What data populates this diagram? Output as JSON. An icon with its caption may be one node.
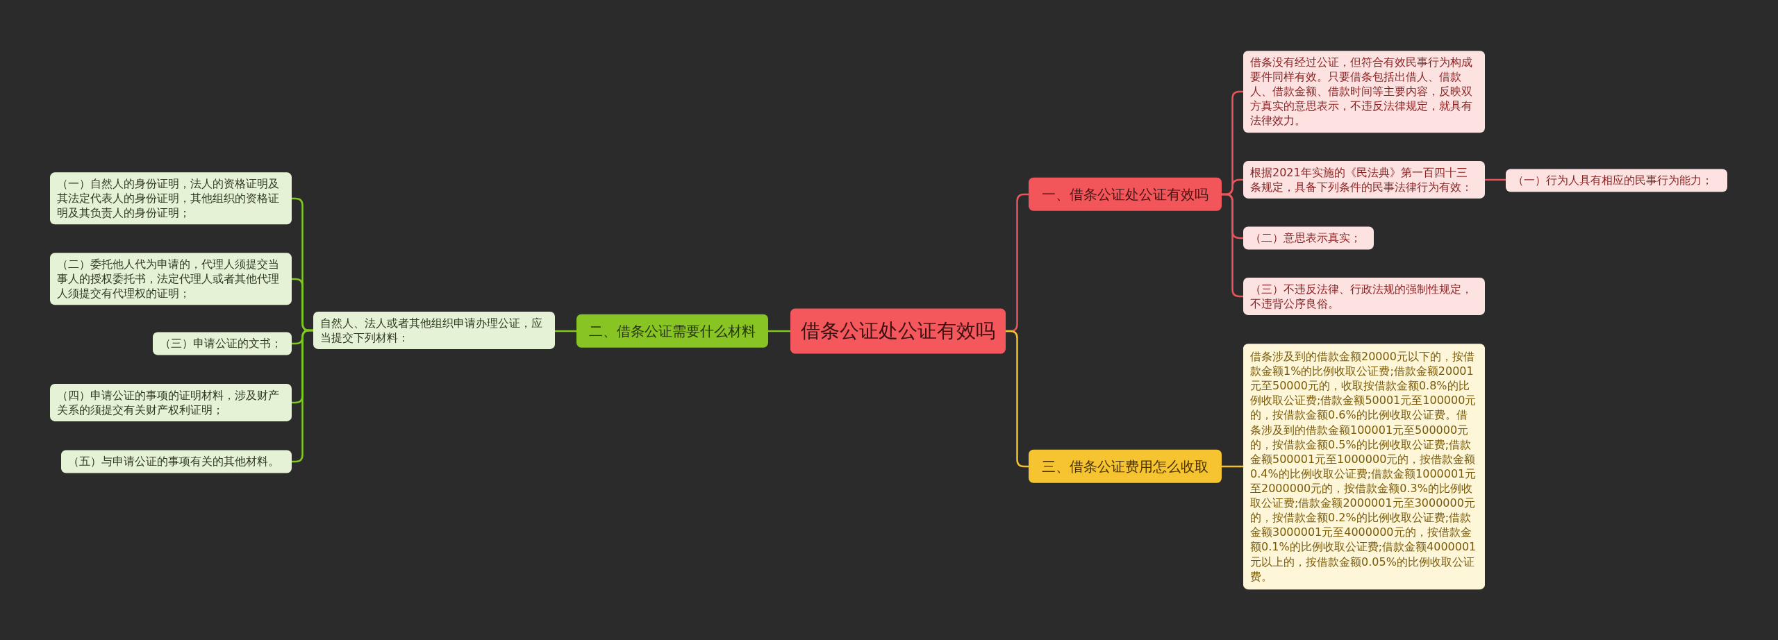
{
  "diagram": {
    "nodes": [
      {
        "text": [
          "借条公证处公证有效吗"
        ]
      },
      {
        "text": [
          "一、借条公证处公证有效吗"
        ]
      },
      {
        "text": [
          "借条没有经过公证，但符合有效民事行为构成要件同样有效。只要借条包括出借人、借款人、借款金额、借款时间等主要内容，反映双方真实的意思表示，不违反法律规定，就具有法律效力。"
        ]
      },
      {
        "text": [
          "根据2021年实施的《民法典》第一百四十三条规定，具备下列条件的民事法律行为有效："
        ]
      },
      {
        "text": [
          "（一）行为人具有相应的民事行为能力；"
        ]
      },
      {
        "text": [
          "（二）意思表示真实；"
        ]
      },
      {
        "text": [
          "（三）不违反法律、行政法规的强制性规定，不违背公序良俗。"
        ]
      },
      {
        "text": [
          "三、借条公证费用怎么收取"
        ]
      },
      {
        "text": [
          "借条涉及到的借款金额20000元以下的，按借款金额1%的比例收取公证费;借款金额20001元至50000元的，收取按借款金额0.8%的比例收取公证费;借款金额50001元至100000元的，按借款金额0.6%的比例收取公证费。借条涉及到的借款金额100001元至500000元的，按借款金额0.5%的比例收取公证费;借款金额500001元至1000000元的，按借款金额0.4%的比例收取公证费;借款金额1000001元至2000000元的，按借款金额0.3%的比例收取公证费;借款金额2000001元至3000000元的，按借款金额0.2%的比例收取公证费;借款金额3000001元至4000000元的，按借款金额0.1%的比例收取公证费;借款金额4000001元以上的，按借款金额0.05%的比例收取公证费。"
        ]
      },
      {
        "text": [
          "二、借条公证需要什么材料"
        ]
      },
      {
        "text": [
          "自然人、法人或者其他组织申请办理公证，应当提交下列材料："
        ]
      },
      {
        "text": [
          "（一）自然人的身份证明，法人的资格证明及其法定代表人的身份证明，其他组织的资格证明及其负责人的身份证明；"
        ]
      },
      {
        "text": [
          "（二）委托他人代为申请的，代理人须提交当事人的授权委托书，法定代理人或者其他代理人须提交有代理权的证明；"
        ]
      },
      {
        "text": [
          "（三）申请公证的文书；"
        ]
      },
      {
        "text": [
          "（四）申请公证的事项的证明材料，涉及财产关系的须提交有关财产权利证明；"
        ]
      },
      {
        "text": [
          "（五）与申请公证的事项有关的其他材料。"
        ]
      }
    ],
    "edges": [
      {
        "from": 0,
        "to": 1,
        "arrow": "none",
        "color": "#e9555b"
      },
      {
        "from": 1,
        "to": 2,
        "arrow": "none",
        "color": "#e9555b"
      },
      {
        "from": 1,
        "to": 3,
        "arrow": "none",
        "color": "#e9555b"
      },
      {
        "from": 3,
        "to": 4,
        "arrow": "none",
        "color": "#e9555b"
      },
      {
        "from": 1,
        "to": 5,
        "arrow": "none",
        "color": "#e9555b"
      },
      {
        "from": 1,
        "to": 6,
        "arrow": "none",
        "color": "#e9555b"
      },
      {
        "from": 0,
        "to": 7,
        "arrow": "none",
        "color": "#f2c12e"
      },
      {
        "from": 7,
        "to": 8,
        "arrow": "none",
        "color": "#f2c12e"
      },
      {
        "from": 0,
        "to": 9,
        "arrow": "none"
      },
      {
        "from": 9,
        "to": 10,
        "arrow": "none"
      },
      {
        "from": 10,
        "to": 11,
        "arrow": "none"
      },
      {
        "from": 10,
        "to": 12,
        "arrow": "none"
      },
      {
        "from": 10,
        "to": 13,
        "arrow": "none"
      },
      {
        "from": 10,
        "to": 14,
        "arrow": "none"
      },
      {
        "from": 10,
        "to": 15,
        "arrow": "none"
      }
    ]
  }
}
